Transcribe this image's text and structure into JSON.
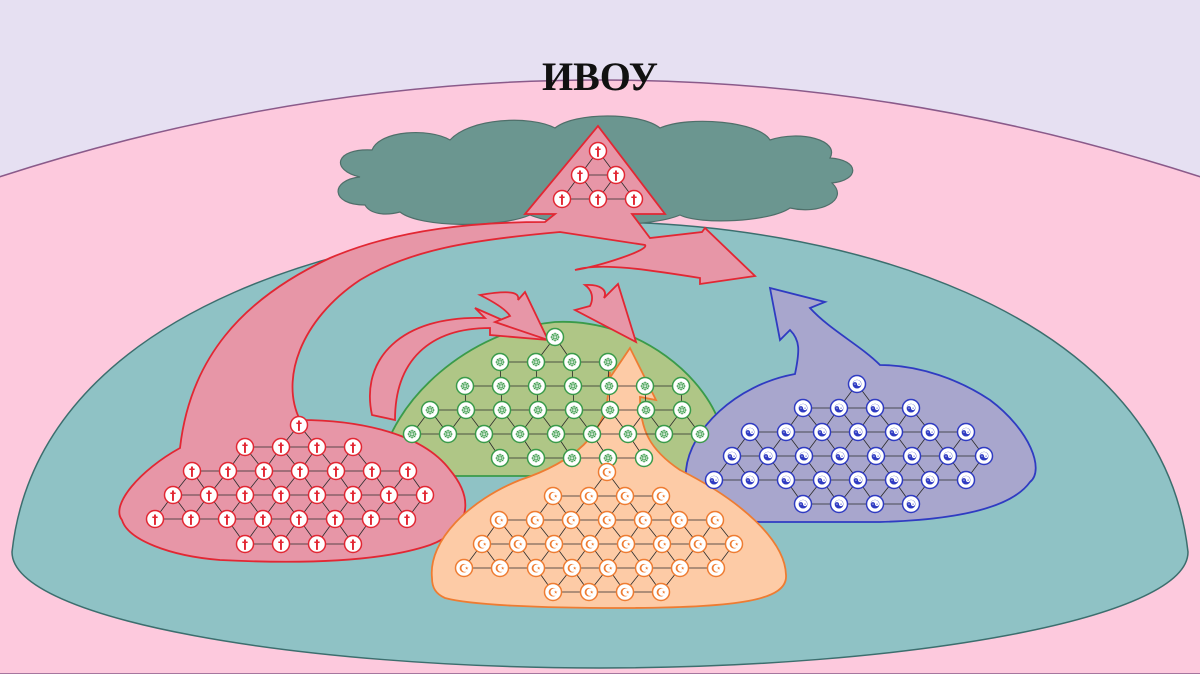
{
  "title": "ИВОУ",
  "colors": {
    "background": "#e6e0f2",
    "outer_dome": "#fdc9dd",
    "inner_dome": "#8fc2c5",
    "cloud": "#6b9690",
    "red": "#e22733",
    "red_fill": "#e796a7",
    "green": "#3a9b4a",
    "green_fill": "#afc686",
    "blue": "#2f3bc2",
    "blue_fill": "#a8a6cd",
    "orange": "#ee7c32",
    "orange_fill": "#fdcba6"
  },
  "groups": [
    {
      "id": "red",
      "icon": "cross-icon",
      "glyph": "†"
    },
    {
      "id": "green",
      "icon": "trefoil-icon",
      "glyph": "☸"
    },
    {
      "id": "blue",
      "icon": "yin-yang-icon",
      "glyph": "☯"
    },
    {
      "id": "orange",
      "icon": "crescent-icon",
      "glyph": "☪"
    },
    {
      "id": "top",
      "icon": "cross-icon",
      "glyph": "†"
    }
  ]
}
